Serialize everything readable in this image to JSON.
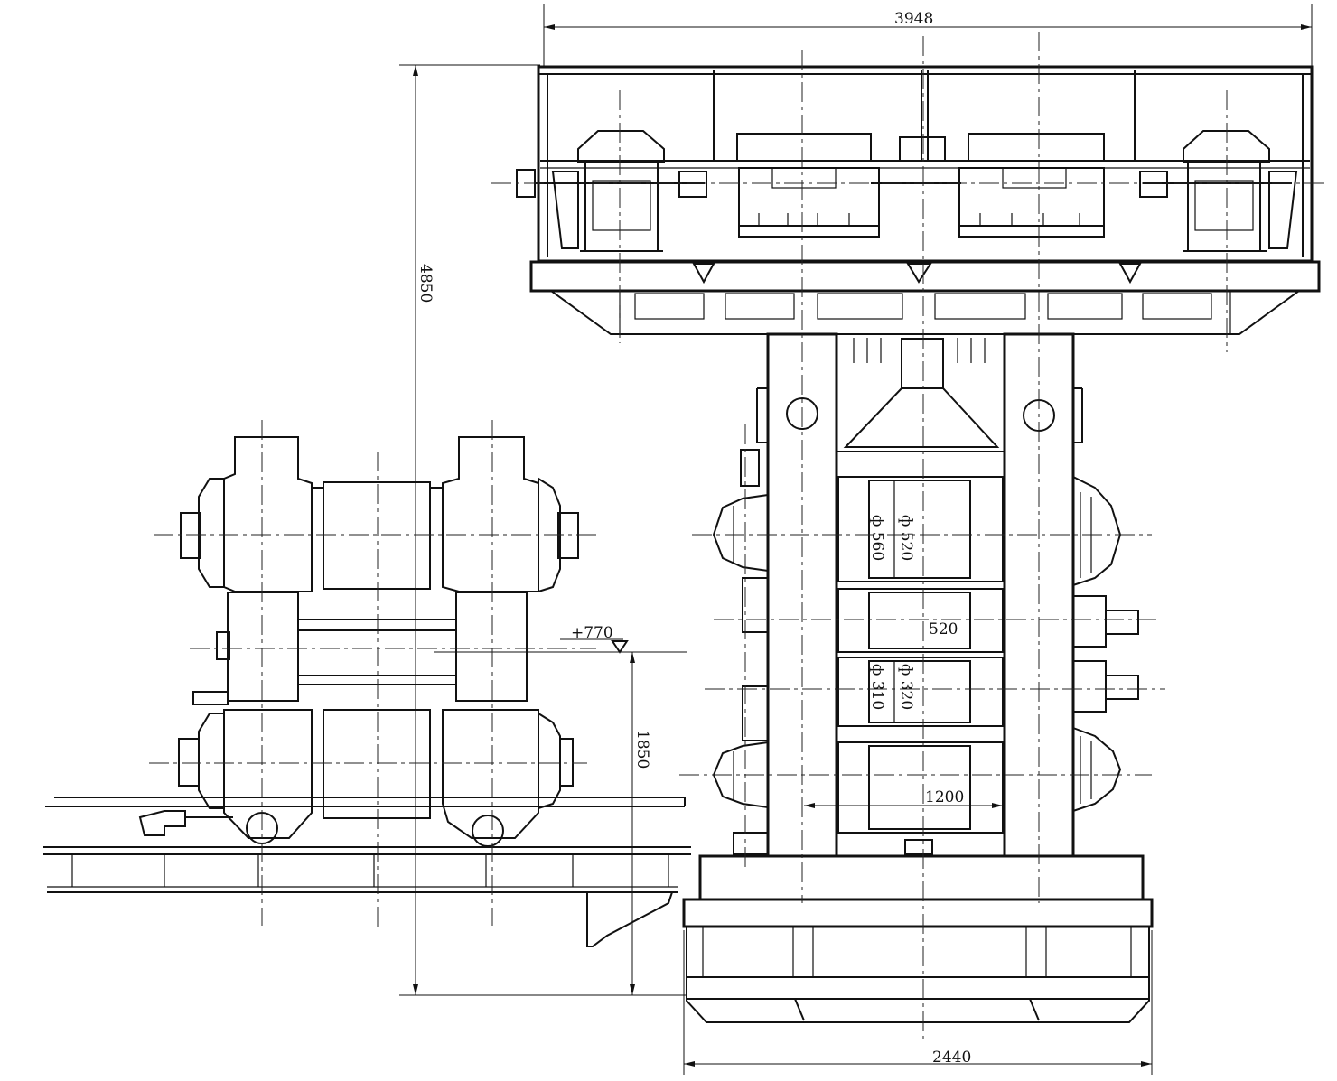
{
  "drawing": {
    "dimensions": {
      "top_width": "3948",
      "total_height": "4850",
      "base_width": "2440",
      "level_mark": "+770",
      "level_height": "1850",
      "roll_width": "1200",
      "mid_roll": "520"
    },
    "rolls": {
      "backup_a": "ф 520",
      "backup_b": "ф 560",
      "work_a": "ф 320",
      "work_b": "ф 310"
    }
  }
}
